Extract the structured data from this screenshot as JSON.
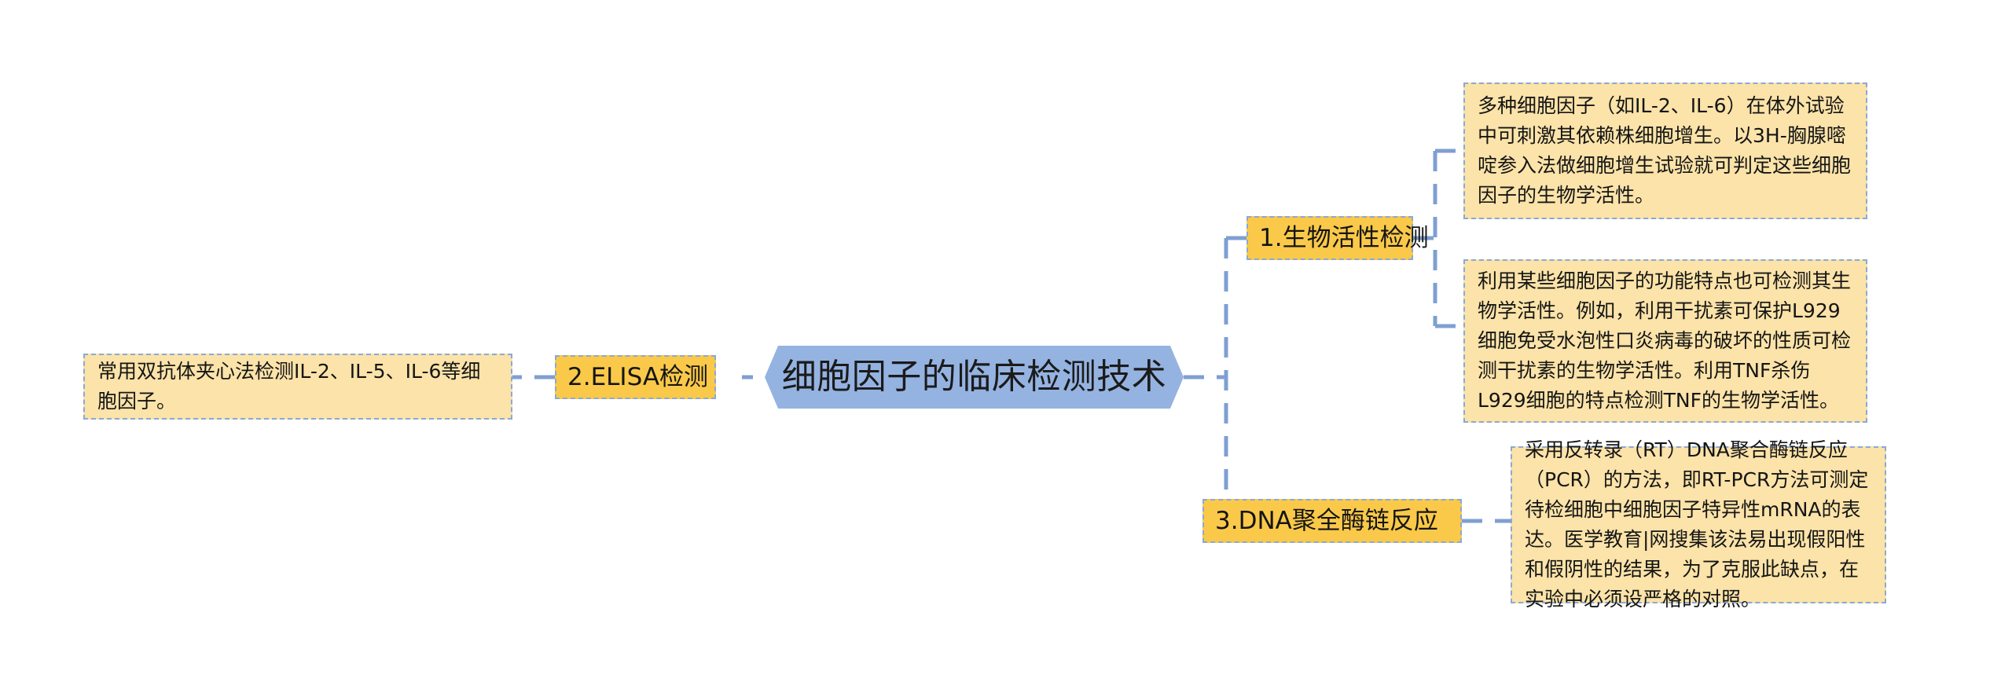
{
  "diagram": {
    "type": "mind-map",
    "title": "细胞因子的临床检测技术",
    "colors": {
      "center_fill": "#95b3e1",
      "branch_fill": "#fac949",
      "note_fill": "#fbe3a9",
      "connector": "#7f9fd1",
      "border_dash": "#8aa9d6",
      "background": "#ffffff",
      "text": "#151515"
    },
    "center": {
      "label": "细胞因子的临床检测技术"
    },
    "branches": [
      {
        "id": "branch-1",
        "label": "1.生物活性检测",
        "side": "right",
        "notes": [
          {
            "id": "note-1-1",
            "label": "多种细胞因子（如IL-2、IL-6）在体外试验中可刺激其依赖株细胞增生。以3H-胸腺嘧啶参入法做细胞增生试验就可判定这些细胞因子的生物学活性。"
          },
          {
            "id": "note-1-2",
            "label": "利用某些细胞因子的功能特点也可检测其生物学活性。例如，利用干扰素可保护L929细胞免受水泡性口炎病毒的破坏的性质可检测干扰素的生物学活性。利用TNF杀伤L929细胞的特点检测TNF的生物学活性。"
          }
        ]
      },
      {
        "id": "branch-2",
        "label": "2.ELISA检测",
        "side": "left",
        "notes": [
          {
            "id": "note-2-1",
            "label": "常用双抗体夹心法检测IL-2、IL-5、IL-6等细胞因子。"
          }
        ]
      },
      {
        "id": "branch-3",
        "label": "3.DNA聚全酶链反应",
        "side": "right",
        "notes": [
          {
            "id": "note-3-1",
            "label": "采用反转录（RT）DNA聚合酶链反应（PCR）的方法，即RT-PCR方法可测定待检细胞中细胞因子特异性mRNA的表达。医学教育|网搜集该法易出现假阳性和假阴性的结果，为了克服此缺点，在实验中必须设严格的对照。"
          }
        ]
      }
    ]
  }
}
